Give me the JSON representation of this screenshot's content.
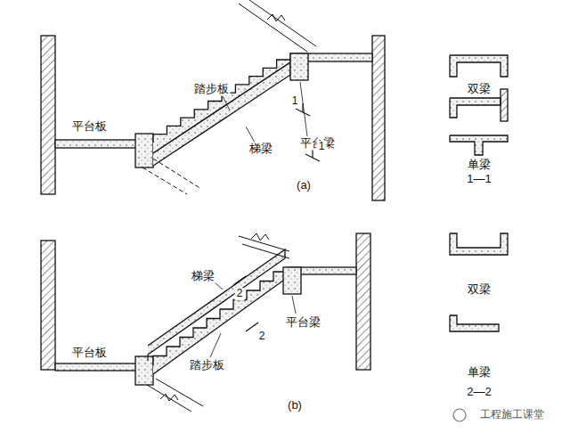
{
  "diagram": {
    "labels": [
      "踏步板",
      "平台板",
      "平台梁",
      "梯梁",
      "1",
      "1",
      "(a)",
      "双梁",
      "单梁",
      "1—1",
      "梯梁",
      "2",
      "平台板",
      "踏步板",
      "平台梁",
      "2",
      "(b)",
      "双梁",
      "单梁",
      "2—2",
      "工程施工课堂"
    ]
  }
}
